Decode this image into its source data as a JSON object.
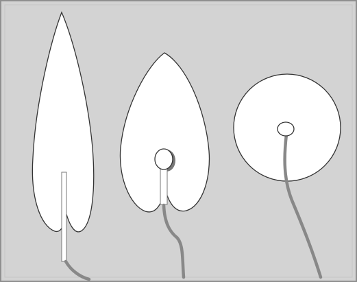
{
  "diagram": {
    "title": "",
    "panel": {
      "background": "#d3d3d3",
      "border": "#8f8f8f"
    },
    "colors": {
      "shape_fill": "#ffffff",
      "outline": "#333333",
      "stalk": "#888888"
    },
    "shapes": [
      {
        "name": "tall-lanceolate-leaf-with-midrib",
        "label": ""
      },
      {
        "name": "heart-shaped-leaf-with-bulb",
        "label": ""
      },
      {
        "name": "round-disc-with-node",
        "label": ""
      }
    ]
  }
}
